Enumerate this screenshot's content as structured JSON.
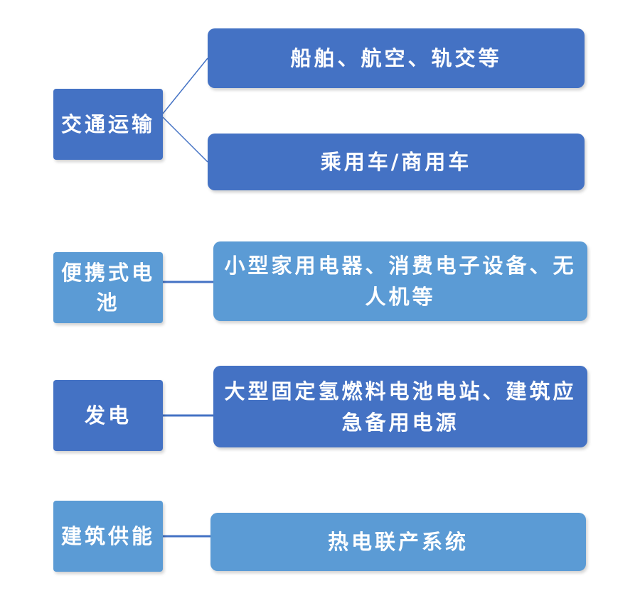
{
  "colors": {
    "dark_box": "#4472c4",
    "light_box": "#5b9bd5",
    "connector": "#4472c4",
    "text": "#ffffff"
  },
  "categories": [
    {
      "label": "交通运输",
      "items": [
        "船舶、航空、轨交等",
        "乘用车/商用车"
      ]
    },
    {
      "label": "便携式电池",
      "items": [
        "小型家用电器、消费电子设备、无人机等"
      ]
    },
    {
      "label": "发电",
      "items": [
        "大型固定氢燃料电池电站、建筑应急备用电源"
      ]
    },
    {
      "label": "建筑供能",
      "items": [
        "热电联产系统"
      ]
    }
  ]
}
